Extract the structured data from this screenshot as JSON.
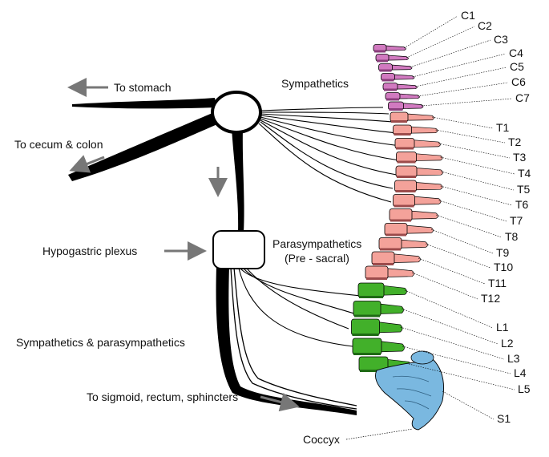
{
  "labels": {
    "to_stomach": "To stomach",
    "to_cecum_colon": "To cecum & colon",
    "sympathetics": "Sympathetics",
    "hypogastric_plexus": "Hypogastric plexus",
    "parasympathetics": "Parasympathetics",
    "pre_sacral": "(Pre - sacral)",
    "symp_parasymp": "Sympathetics & parasympathetics",
    "to_sigmoid": "To sigmoid, rectum, sphincters",
    "coccyx": "Coccyx"
  },
  "vertebrae": {
    "cervical": [
      "C1",
      "C2",
      "C3",
      "C4",
      "C5",
      "C6",
      "C7"
    ],
    "thoracic": [
      "T1",
      "T2",
      "T3",
      "T4",
      "T5",
      "T6",
      "T7",
      "T8",
      "T9",
      "T10",
      "T11",
      "T12"
    ],
    "lumbar": [
      "L1",
      "L2",
      "L3",
      "L4",
      "L5"
    ],
    "sacral": [
      "S1"
    ]
  },
  "colors": {
    "cervical": "#d17ac0",
    "thoracic": "#f4a29a",
    "lumbar": "#42b02a",
    "sacral": "#7ab8e0",
    "nerve": "#000000",
    "arrow": "#777777"
  }
}
